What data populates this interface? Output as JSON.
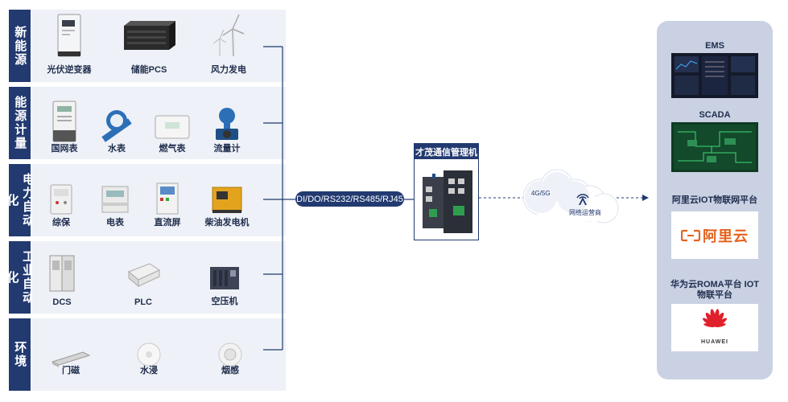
{
  "categories": [
    {
      "label": "新能源",
      "devices": [
        {
          "name": "光伏逆变器",
          "icon": "inverter-icon"
        },
        {
          "name": "储能PCS",
          "icon": "storage-pcs-icon"
        },
        {
          "name": "风力发电",
          "icon": "wind-turbine-icon"
        }
      ]
    },
    {
      "label": "能源计量",
      "devices": [
        {
          "name": "国网表",
          "icon": "electric-meter-icon"
        },
        {
          "name": "水表",
          "icon": "water-meter-icon"
        },
        {
          "name": "燃气表",
          "icon": "gas-meter-icon"
        },
        {
          "name": "流量计",
          "icon": "flow-meter-icon"
        }
      ]
    },
    {
      "label": "电力自动化",
      "devices": [
        {
          "name": "综保",
          "icon": "relay-protection-icon"
        },
        {
          "name": "电表",
          "icon": "din-meter-icon"
        },
        {
          "name": "直流屏",
          "icon": "dc-panel-icon"
        },
        {
          "name": "柴油发电机",
          "icon": "diesel-generator-icon"
        }
      ]
    },
    {
      "label": "工业自动化",
      "devices": [
        {
          "name": "DCS",
          "icon": "dcs-cabinet-icon"
        },
        {
          "name": "PLC",
          "icon": "plc-icon"
        },
        {
          "name": "空压机",
          "icon": "air-compressor-icon"
        }
      ]
    },
    {
      "label": "环境",
      "devices": [
        {
          "name": "门磁",
          "icon": "door-sensor-icon"
        },
        {
          "name": "水浸",
          "icon": "water-leak-sensor-icon"
        },
        {
          "name": "烟感",
          "icon": "smoke-detector-icon"
        }
      ]
    }
  ],
  "protocol_label": "DI/DO/RS232/RS485/RJ45",
  "gateway": {
    "title": "才茂通信管理机",
    "icon": "gateway-device-icon"
  },
  "network": {
    "label": "4G/5G",
    "operator": "网络运营商",
    "icon": "signal-tower-icon"
  },
  "platforms": [
    {
      "title": "EMS",
      "icon": "ems-dashboard-icon"
    },
    {
      "title": "SCADA",
      "icon": "scada-screen-icon"
    },
    {
      "title": "阿里云IOT物联网平台",
      "logo_text": "阿里云",
      "icon": "aliyun-logo-icon"
    },
    {
      "title": "华为云ROMA平台 IOT物联平台",
      "logo_text": "HUAWEI",
      "icon": "huawei-logo-icon"
    }
  ],
  "colors": {
    "navy": "#223a70",
    "panel": "#eef1f7",
    "right_panel": "#c9d1e3",
    "aliyun": "#e6621d",
    "huawei": "#e0202a"
  }
}
